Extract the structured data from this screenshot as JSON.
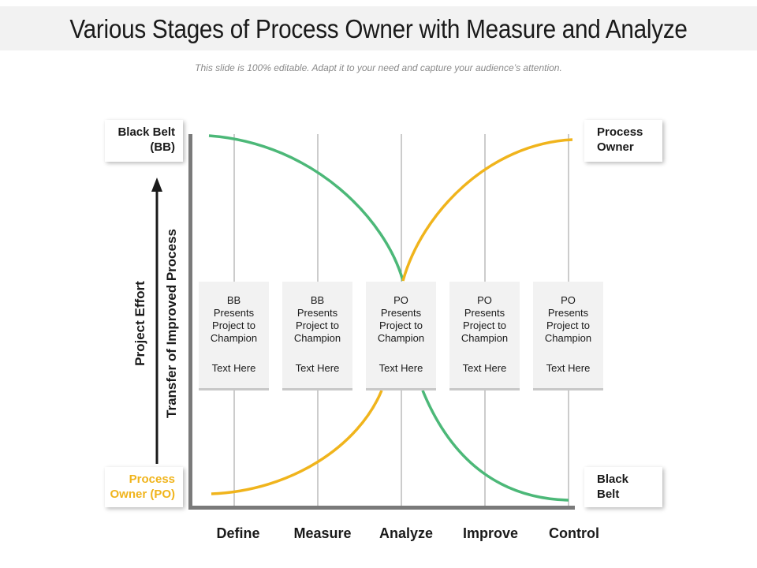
{
  "header": {
    "title": "Various Stages of Process Owner with Measure and Analyze",
    "subtitle": "This slide is 100% editable. Adapt it to your need and capture your audience’s attention."
  },
  "corners": {
    "top_left": "Black Belt\n(BB)",
    "top_right": "Process\nOwner",
    "bottom_left": "Process\nOwner (PO)",
    "bottom_right": "Black\nBelt"
  },
  "axis": {
    "outer_label": "Project Effort",
    "inner_label": "Transfer of Improved Process"
  },
  "stages": [
    {
      "name": "Define",
      "card_title": "BB\nPresents\nProject to\nChampion",
      "card_text": "Text Here"
    },
    {
      "name": "Measure",
      "card_title": "BB\nPresents\nProject to\nChampion",
      "card_text": "Text Here"
    },
    {
      "name": "Analyze",
      "card_title": "PO\nPresents\nProject to\nChampion",
      "card_text": "Text Here"
    },
    {
      "name": "Improve",
      "card_title": "PO\nPresents\nProject to\nChampion",
      "card_text": "Text Here"
    },
    {
      "name": "Control",
      "card_title": "PO\nPresents\nProject to\nChampion",
      "card_text": "Text Here"
    }
  ],
  "colors": {
    "black_belt_curve": "#4cb878",
    "process_owner_curve": "#f0b41c",
    "axis": "#7a7a7a",
    "gridline": "#9a9a9a"
  }
}
